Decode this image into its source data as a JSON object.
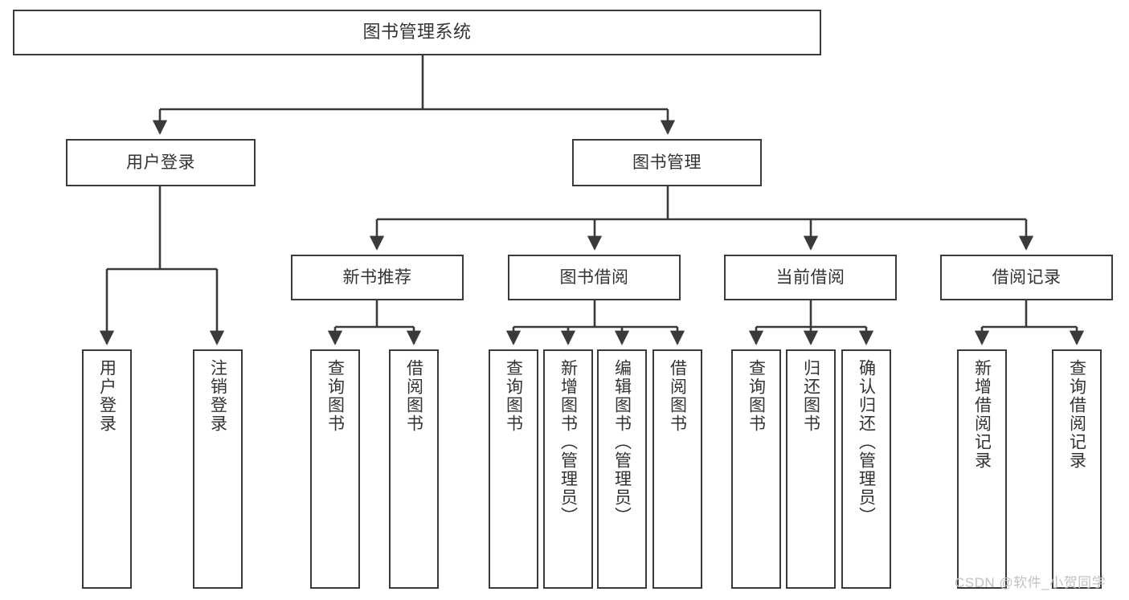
{
  "diagram": {
    "type": "tree-hierarchy",
    "title": "图书管理系统",
    "stroke_color": "#3a3a3a",
    "text_color": "#333333",
    "background_color": "#ffffff",
    "watermark": "CSDN @软件_小贺同学",
    "watermark_color": "#c2c2c2",
    "nodes": {
      "root": {
        "label": "图书管理系统"
      },
      "level2": [
        {
          "label": "用户登录"
        },
        {
          "label": "图书管理"
        }
      ],
      "level3": [
        {
          "label": "新书推荐"
        },
        {
          "label": "图书借阅"
        },
        {
          "label": "当前借阅"
        },
        {
          "label": "借阅记录"
        }
      ],
      "leaves": {
        "user_login": [
          {
            "label": "用户登录"
          },
          {
            "label": "注销登录"
          }
        ],
        "new_book": [
          {
            "label": "查询图书"
          },
          {
            "label": "借阅图书"
          }
        ],
        "borrow_book": [
          {
            "label": "查询图书"
          },
          {
            "label": "新增图书（管理员）"
          },
          {
            "label": "编辑图书（管理员）"
          },
          {
            "label": "借阅图书"
          }
        ],
        "current_borrow": [
          {
            "label": "查询图书"
          },
          {
            "label": "归还图书"
          },
          {
            "label": "确认归还（管理员）"
          }
        ],
        "borrow_record": [
          {
            "label": "新增借阅记录"
          },
          {
            "label": "查询借阅记录"
          }
        ]
      }
    }
  }
}
